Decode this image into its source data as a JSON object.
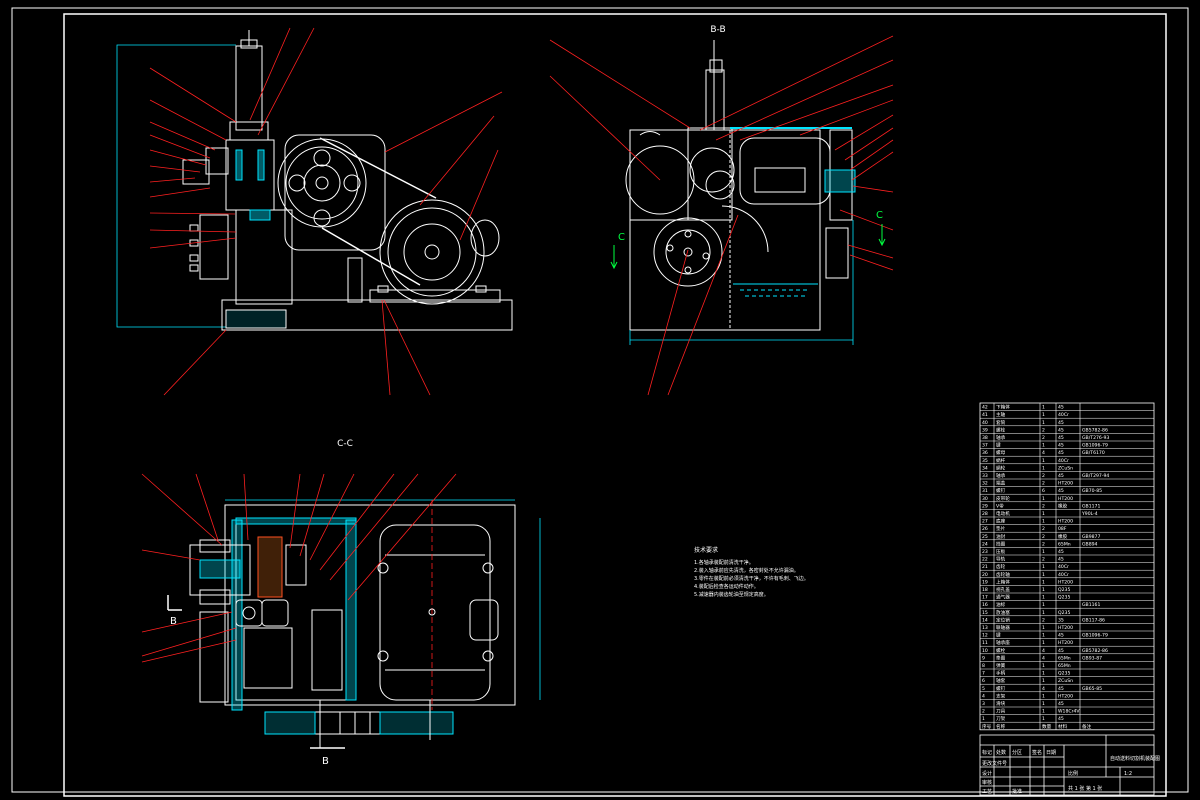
{
  "sections": {
    "bb": "B-B",
    "cc": "C-C"
  },
  "markers": {
    "b": "B",
    "c": "C"
  },
  "notes": {
    "title": "技术要求",
    "lines": [
      "1.各轴承装配前清洗干净。",
      "2.装入轴承前应先清洗，各密封处不允许漏油。",
      "3.零件在装配前必须清洗干净，不许有毛刺、飞边。",
      "4.装配后检查各运动件动作。",
      "5.减速器内装齿轮油至规定高度。"
    ]
  },
  "parts_table": {
    "rows": [
      {
        "no": "42",
        "name": "下箱体",
        "qty": "1",
        "material": "45",
        "std": ""
      },
      {
        "no": "41",
        "name": "主轴",
        "qty": "1",
        "material": "40Cr",
        "std": ""
      },
      {
        "no": "40",
        "name": "套筒",
        "qty": "1",
        "material": "45",
        "std": ""
      },
      {
        "no": "39",
        "name": "螺栓",
        "qty": "2",
        "material": "45",
        "std": "GB5782-86"
      },
      {
        "no": "38",
        "name": "轴承",
        "qty": "2",
        "material": "45",
        "std": "GB/T276-93"
      },
      {
        "no": "37",
        "name": "键",
        "qty": "1",
        "material": "45",
        "std": "GB1096-79"
      },
      {
        "no": "36",
        "name": "螺母",
        "qty": "4",
        "material": "45",
        "std": "GB/T6170"
      },
      {
        "no": "35",
        "name": "蜗杆",
        "qty": "1",
        "material": "40Cr",
        "std": ""
      },
      {
        "no": "34",
        "name": "蜗轮",
        "qty": "1",
        "material": "ZCuSn",
        "std": ""
      },
      {
        "no": "33",
        "name": "轴承",
        "qty": "2",
        "material": "45",
        "std": "GB/T297-94"
      },
      {
        "no": "32",
        "name": "端盖",
        "qty": "2",
        "material": "HT200",
        "std": ""
      },
      {
        "no": "31",
        "name": "螺钉",
        "qty": "6",
        "material": "45",
        "std": "GB70-85"
      },
      {
        "no": "30",
        "name": "皮带轮",
        "qty": "1",
        "material": "HT200",
        "std": ""
      },
      {
        "no": "29",
        "name": "V带",
        "qty": "2",
        "material": "橡胶",
        "std": "GB1171"
      },
      {
        "no": "28",
        "name": "电动机",
        "qty": "1",
        "material": "",
        "std": "Y90L-4"
      },
      {
        "no": "27",
        "name": "底座",
        "qty": "1",
        "material": "HT200",
        "std": ""
      },
      {
        "no": "26",
        "name": "垫片",
        "qty": "2",
        "material": "08F",
        "std": ""
      },
      {
        "no": "25",
        "name": "油封",
        "qty": "2",
        "material": "橡胶",
        "std": "GB9877"
      },
      {
        "no": "24",
        "name": "挡圈",
        "qty": "2",
        "material": "65Mn",
        "std": "GB894"
      },
      {
        "no": "23",
        "name": "压板",
        "qty": "1",
        "material": "45",
        "std": ""
      },
      {
        "no": "22",
        "name": "导轨",
        "qty": "2",
        "material": "45",
        "std": ""
      },
      {
        "no": "21",
        "name": "齿轮",
        "qty": "1",
        "material": "40Cr",
        "std": ""
      },
      {
        "no": "20",
        "name": "齿轮轴",
        "qty": "1",
        "material": "40Cr",
        "std": ""
      },
      {
        "no": "19",
        "name": "上箱体",
        "qty": "1",
        "material": "HT200",
        "std": ""
      },
      {
        "no": "18",
        "name": "视孔盖",
        "qty": "1",
        "material": "Q235",
        "std": ""
      },
      {
        "no": "17",
        "name": "通气器",
        "qty": "1",
        "material": "Q235",
        "std": ""
      },
      {
        "no": "16",
        "name": "油标",
        "qty": "1",
        "material": "",
        "std": "GB1161"
      },
      {
        "no": "15",
        "name": "放油塞",
        "qty": "1",
        "material": "Q235",
        "std": ""
      },
      {
        "no": "14",
        "name": "定位销",
        "qty": "2",
        "material": "35",
        "std": "GB117-86"
      },
      {
        "no": "13",
        "name": "联轴器",
        "qty": "1",
        "material": "HT200",
        "std": ""
      },
      {
        "no": "12",
        "name": "键",
        "qty": "1",
        "material": "45",
        "std": "GB1096-79"
      },
      {
        "no": "11",
        "name": "轴承座",
        "qty": "1",
        "material": "HT200",
        "std": ""
      },
      {
        "no": "10",
        "name": "螺栓",
        "qty": "4",
        "material": "45",
        "std": "GB5782-86"
      },
      {
        "no": "9",
        "name": "垫圈",
        "qty": "4",
        "material": "65Mn",
        "std": "GB93-87"
      },
      {
        "no": "8",
        "name": "弹簧",
        "qty": "1",
        "material": "65Mn",
        "std": ""
      },
      {
        "no": "7",
        "name": "手柄",
        "qty": "1",
        "material": "Q235",
        "std": ""
      },
      {
        "no": "6",
        "name": "轴套",
        "qty": "1",
        "material": "ZCuSn",
        "std": ""
      },
      {
        "no": "5",
        "name": "螺钉",
        "qty": "4",
        "material": "45",
        "std": "GB65-85"
      },
      {
        "no": "4",
        "name": "支架",
        "qty": "1",
        "material": "HT200",
        "std": ""
      },
      {
        "no": "3",
        "name": "滑块",
        "qty": "1",
        "material": "45",
        "std": ""
      },
      {
        "no": "2",
        "name": "刀具",
        "qty": "1",
        "material": "W18Cr4V",
        "std": ""
      },
      {
        "no": "1",
        "name": "刀架",
        "qty": "1",
        "material": "45",
        "std": ""
      }
    ],
    "header": {
      "no": "序号",
      "name": "名称",
      "qty": "数量",
      "material": "材料",
      "std": "备注"
    }
  },
  "title_block": {
    "title": "自动送料切割机装配图",
    "labels": [
      "标记",
      "处数",
      "分区",
      "更改文件号",
      "签名",
      "日期",
      "设计",
      "审核",
      "工艺",
      "批准"
    ],
    "scale_label": "比例",
    "scale": "1:2",
    "sheet": "共 1 张 第 1 张"
  },
  "colors": {
    "line": "#ffffff",
    "leader": "#ff2020",
    "hatch": "#00e5ff",
    "arrow": "#00ff40",
    "background": "#000000"
  }
}
